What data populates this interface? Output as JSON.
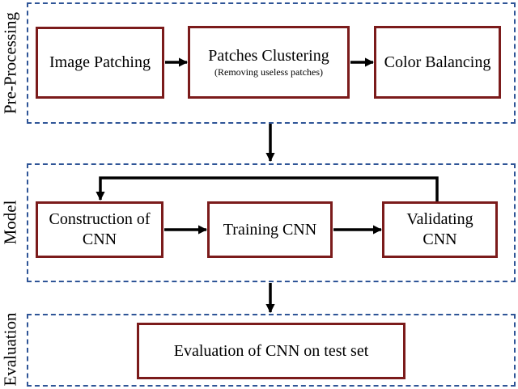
{
  "sections": {
    "preprocessing": {
      "label": "Pre-Processing",
      "steps": {
        "image_patching": "Image Patching",
        "patches_clustering": "Patches Clustering",
        "patches_clustering_note": "(Removing useless patches)",
        "color_balancing": "Color Balancing"
      }
    },
    "model": {
      "label": "Model",
      "steps": {
        "construction_line1": "Construction of",
        "construction_line2": "CNN",
        "training": "Training CNN",
        "validating_line1": "Validating",
        "validating_line2": "CNN"
      }
    },
    "evaluation": {
      "label": "Evaluation",
      "steps": {
        "evaluation": "Evaluation of CNN on test set"
      }
    }
  },
  "colors": {
    "section_border": "#2f5597",
    "box_border": "#7b1b1b",
    "arrow": "#000000"
  }
}
